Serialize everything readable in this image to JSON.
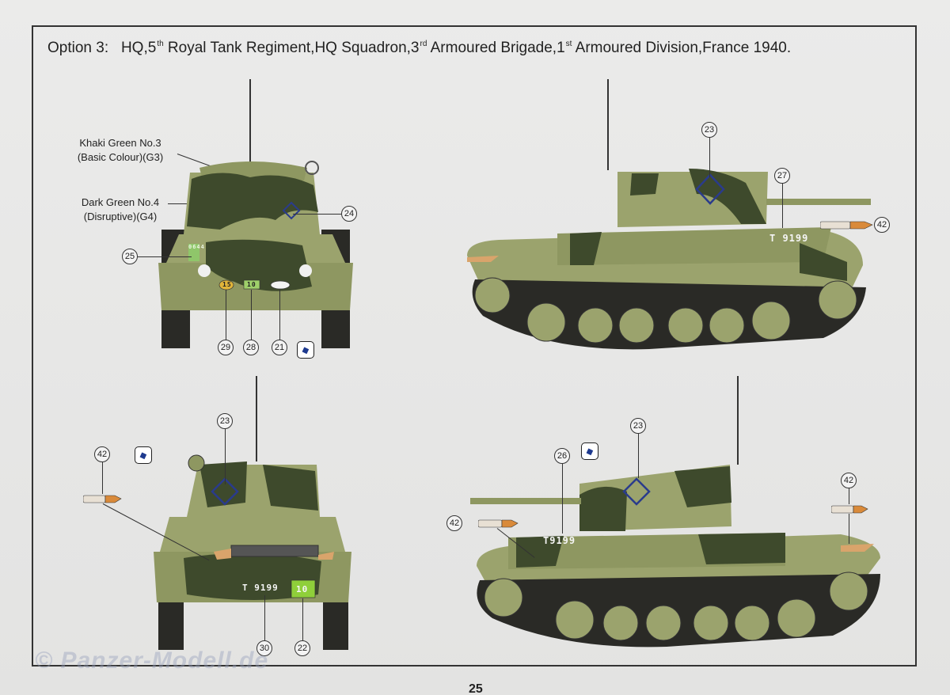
{
  "header": {
    "option_label": "Option 3:",
    "title_parts": [
      "HQ,5",
      "th",
      " Royal Tank Regiment,HQ Squadron,3",
      "rd",
      " Armoured Brigade,1",
      "st",
      " Armoured Division,France 1940."
    ]
  },
  "legend": {
    "color1": "Khaki Green No.3",
    "color1_detail": "(Basic Colour)(G3)",
    "color2": "Dark Green No.4",
    "color2_detail": "(Disruptive)(G4)"
  },
  "colors": {
    "khaki_green": "#9ba36d",
    "dark_green": "#3e4a2c",
    "tan": "#d9a46b",
    "diamond": "#2a3b8c",
    "frame": "#333333"
  },
  "markings": {
    "vehicle_number": "T 9199",
    "vehicle_number_side": "T9199",
    "rear_plate": "10",
    "front_tactical": "10",
    "bridge_plate": "15",
    "front_plate_code": "0644"
  },
  "callouts": [
    "23",
    "24",
    "25",
    "26",
    "27",
    "28",
    "29",
    "30",
    "21",
    "22",
    "42"
  ],
  "footer": {
    "page_number": "25",
    "watermark": "© Panzer-Modell.de"
  }
}
